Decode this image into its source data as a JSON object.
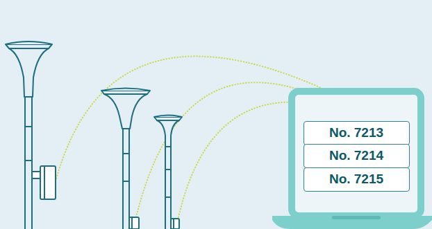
{
  "diagram": {
    "nodes": [
      {
        "text": [
          "No. 7213"
        ]
      },
      {
        "text": [
          "No. 7214"
        ]
      },
      {
        "text": [
          "No. 7215"
        ]
      }
    ]
  }
}
